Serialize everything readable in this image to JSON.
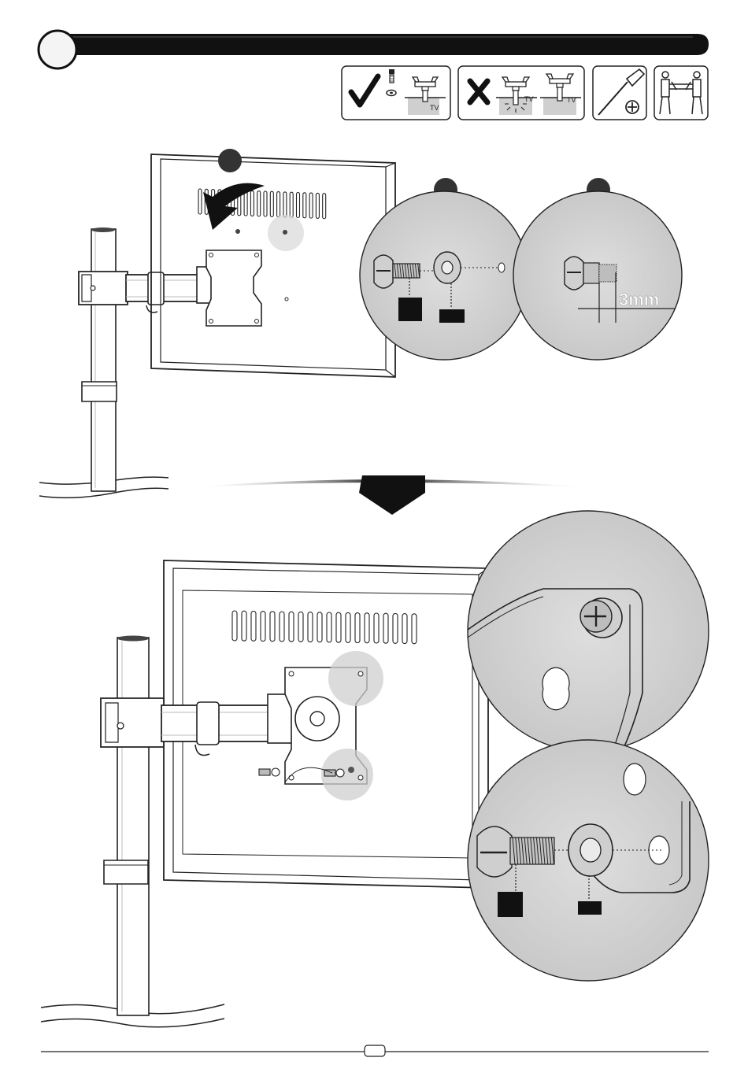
{
  "header": {
    "step_number": ""
  },
  "icons": {
    "correct_fixing": {
      "icon": "check-icon",
      "tv_label": "TV"
    },
    "incorrect_fixing": {
      "icon": "cross-icon",
      "tv_label_1": "TV",
      "tv_label_2": "TV"
    },
    "tool": {
      "icon": "phillips-screwdriver-icon"
    },
    "people": {
      "icon": "two-person-lift-icon"
    }
  },
  "detail": {
    "gap_label": "3mm"
  },
  "footer": {
    "page_number": ""
  }
}
